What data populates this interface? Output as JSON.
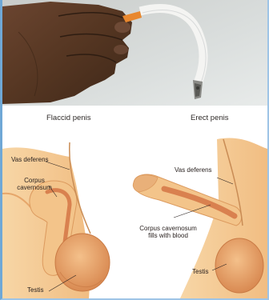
{
  "panels": {
    "flaccid": {
      "title": "Flaccid penis",
      "labels": {
        "vas_deferens": "Vas deferens",
        "corpus_line1": "Corpus",
        "corpus_line2": "cavernosum",
        "testis": "Testis"
      }
    },
    "erect": {
      "title": "Erect penis",
      "labels": {
        "vas_deferens": "Vas deferens",
        "corpus_line1": "Corpus cavernosum",
        "corpus_line2": "fills with blood",
        "testis": "Testis"
      }
    }
  },
  "colors": {
    "skin": "#f3c48a",
    "skin_shade": "#e6a66a",
    "corpus": "#d9814f",
    "border": "#6fa8d6",
    "photo_bg": "#d2d6d4",
    "hand": "#5c3b26",
    "label_text": "#2a2220"
  }
}
